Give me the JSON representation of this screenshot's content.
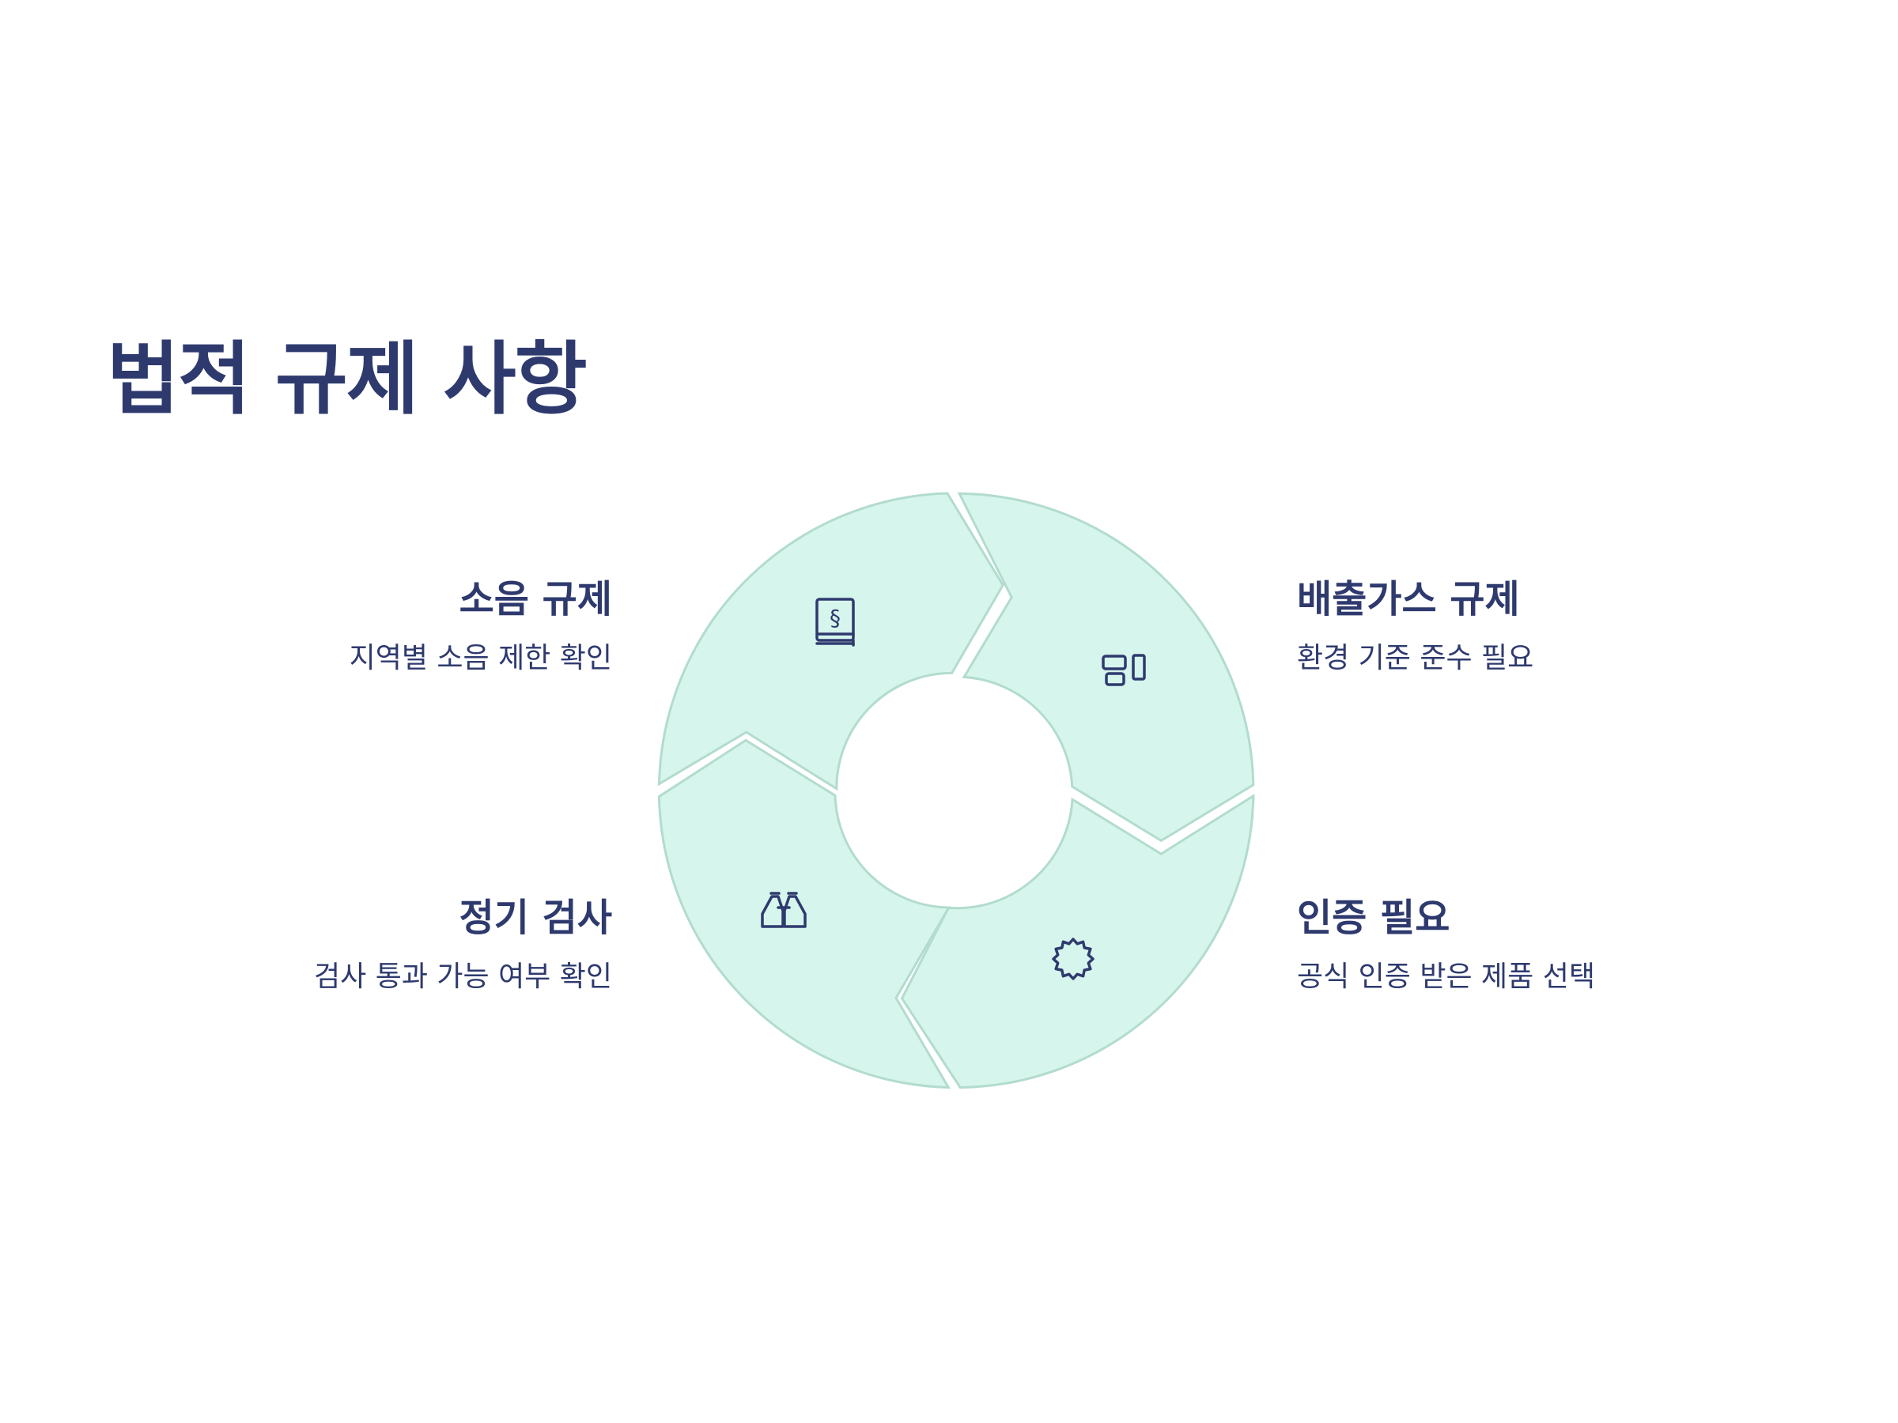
{
  "title": "법적 규제 사항",
  "items": [
    {
      "title": "소음 규제",
      "desc": "지역별 소음 제한 확인",
      "icon": "law-book-icon"
    },
    {
      "title": "배출가스 규제",
      "desc": "환경 기준 준수 필요",
      "icon": "devices-icon"
    },
    {
      "title": "인증 필요",
      "desc": "공식 인증 받은 제품 선택",
      "icon": "certificate-badge-icon"
    },
    {
      "title": "정기 검사",
      "desc": "검사 통과 가능 여부 확인",
      "icon": "binoculars-icon"
    }
  ],
  "colors": {
    "segment_fill": "#d6f5ec",
    "segment_stroke": "#b2dccd",
    "text": "#2e3a6e"
  }
}
